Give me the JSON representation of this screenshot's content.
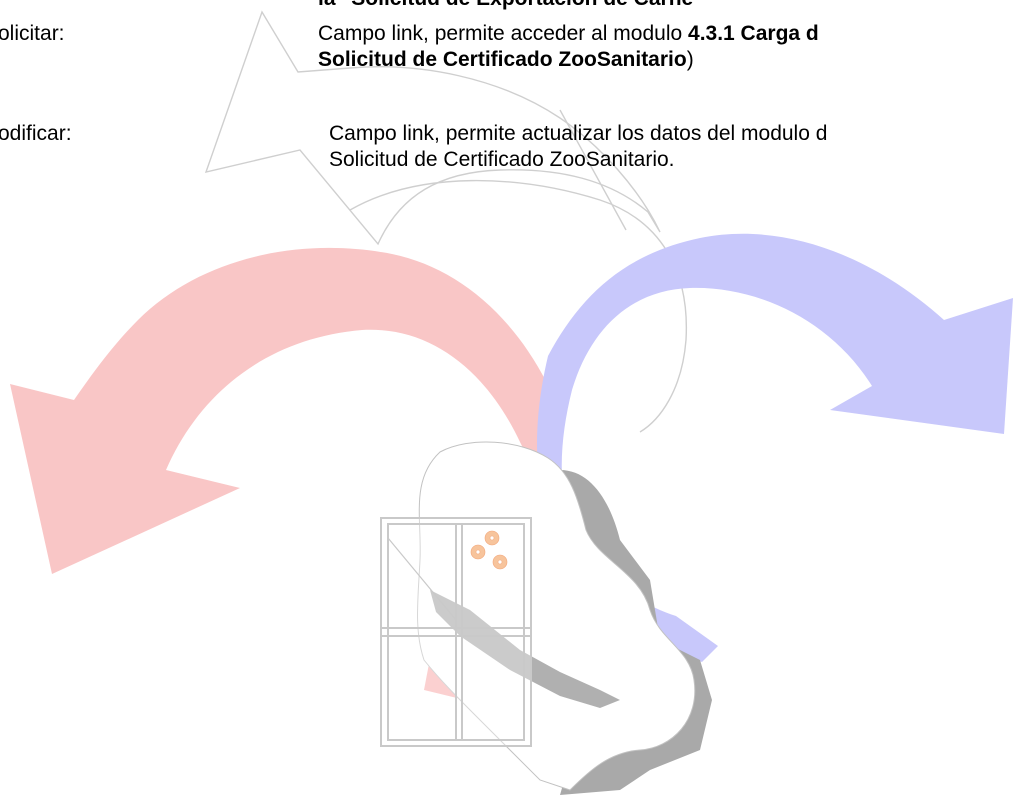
{
  "heading_fragment": "la \"Solicitud de Exportación de Carne\"",
  "rows": [
    {
      "label": "olicitar:",
      "desc_line1_normal": "Campo link, permite acceder al modulo ",
      "desc_line1_bold": "4.3.1 Carga d",
      "desc_line2_bold": "Solicitud de Certificado ZooSanitario",
      "desc_line2_normal": ")"
    },
    {
      "label": "odificar:",
      "desc_line1_normal": "Campo link, permite actualizar los datos del modulo d",
      "desc_line2_normal": "Solicitud  de Certificado ZooSanitario."
    }
  ],
  "clipart": {
    "icons": [
      "red-curved-arrow-icon",
      "blue-curved-arrow-icon",
      "window-icon",
      "outline-arrow-icon"
    ],
    "colors": {
      "red_arrow": "#f9c6c6",
      "blue_arrow": "#c8c8fb",
      "shadow": "#a6a6a6",
      "outline": "#c8c8c8",
      "flowers": "#f7c49c"
    }
  }
}
